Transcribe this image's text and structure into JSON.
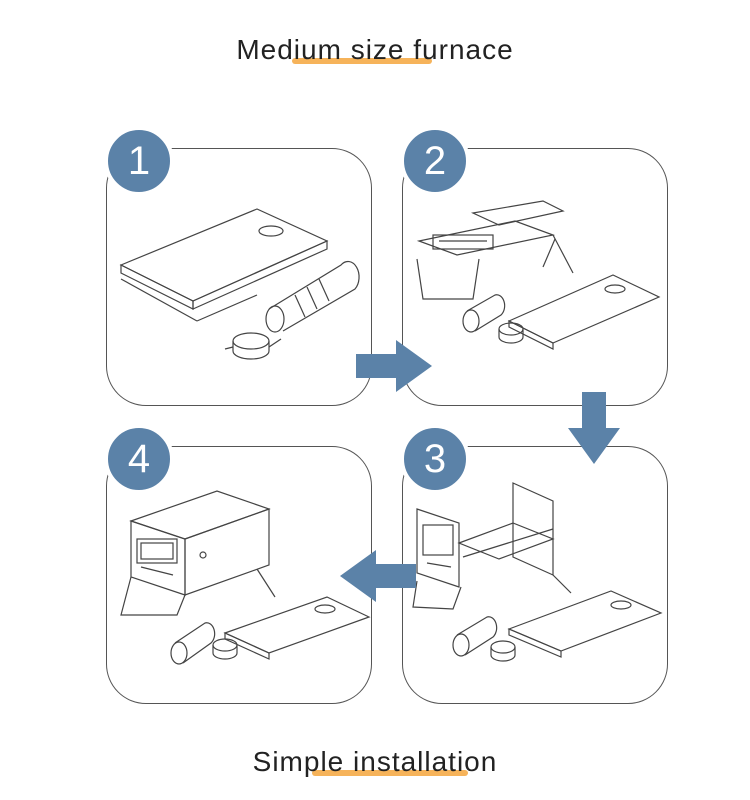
{
  "header": {
    "title": "Medium size furnace"
  },
  "footer": {
    "title": "Simple installation"
  },
  "steps": [
    {
      "number": "1"
    },
    {
      "number": "2"
    },
    {
      "number": "3"
    },
    {
      "number": "4"
    }
  ],
  "colors": {
    "badge": "#5b82a8",
    "arrow": "#5b82a8",
    "highlight": "#f6b35a",
    "outline": "#555555"
  }
}
